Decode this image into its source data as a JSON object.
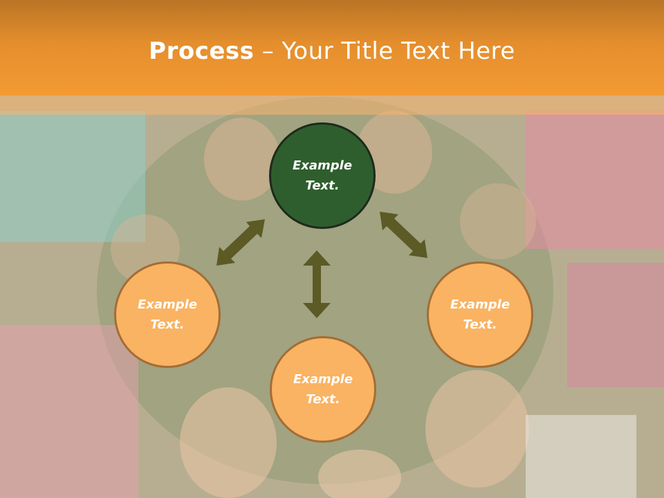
{
  "title": {
    "bold": "Process",
    "dash": " – ",
    "rest": "Your Title Text Here"
  },
  "nodes": [
    {
      "text": "Example Text."
    },
    {
      "text": "Example Text."
    },
    {
      "text": "Example Text."
    },
    {
      "text": "Example Text."
    }
  ],
  "colors": {
    "header": "#f39a33",
    "center_node": "#2f5e2e",
    "outer_node": "#f9b362",
    "arrow": "#5c5a25"
  }
}
